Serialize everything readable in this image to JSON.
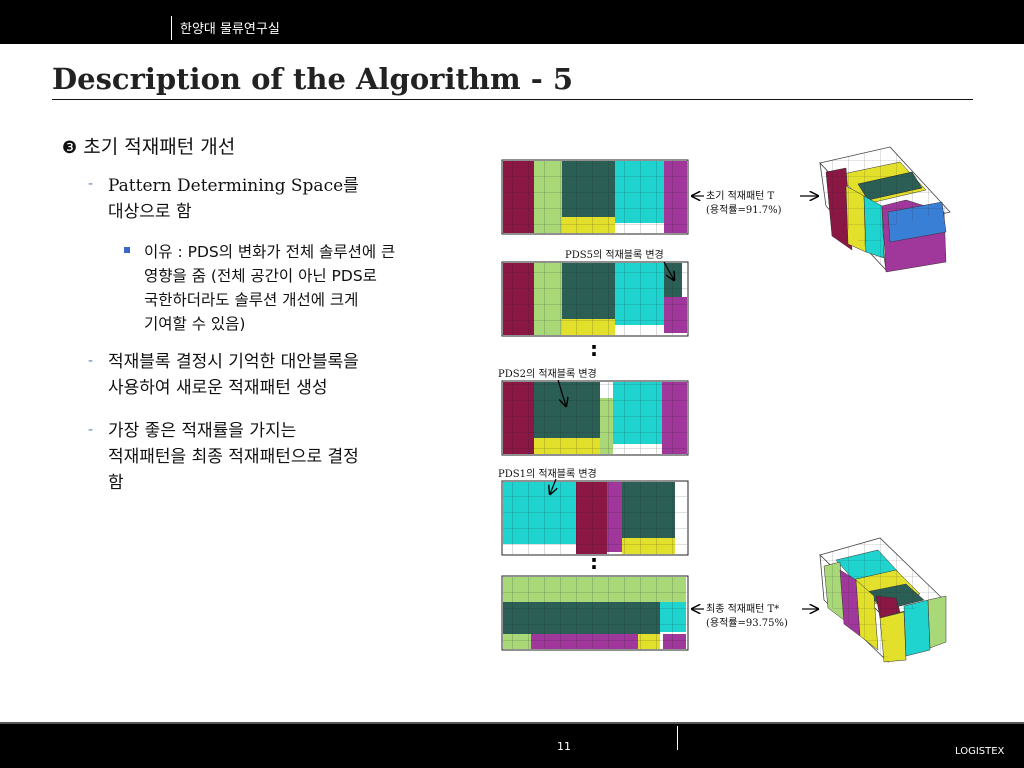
{
  "header": {
    "lab_name": "한양대 물류연구실"
  },
  "slide": {
    "title": "Description of the Algorithm - 5"
  },
  "content": {
    "heading_number": "❸",
    "heading": "초기 적재패턴 개선",
    "bullet1_dash": "-",
    "bullet1_line1": "Pattern Determining Space를",
    "bullet1_line2": "대상으로 함",
    "sub_line1": "이유 : PDS의 변화가 전체 솔루션에 큰",
    "sub_line2": "영향을 줌 (전체 공간이 아닌 PDS로",
    "sub_line3": "국한하더라도 솔루션 개선에 크게",
    "sub_line4": "기여할 수 있음)",
    "bullet2_dash": "-",
    "bullet2_line1": "적재블록 결정시 기억한 대안블록을",
    "bullet2_line2": "사용하여 새로운 적재패턴 생성",
    "bullet3_dash": "-",
    "bullet3_line1": "가장 좋은 적재률을 가지는",
    "bullet3_line2": "적재패턴을 최종 적재패턴으로 결정",
    "bullet3_line3": "함"
  },
  "figure": {
    "initial_label": "초기 적재패턴 T",
    "initial_ratio": "(용적률=91.7%)",
    "pds5_label": "PDS5의 적재블록 변경",
    "pds2_label": "PDS2의 적재블록 변경",
    "pds1_label": "PDS1의 적재블록 변경",
    "final_label": "최종 적재패턴 T*",
    "final_ratio": "(용적률=93.75%)",
    "ellipsis": ":",
    "colors": {
      "maroon": "#8b1744",
      "lightgreen": "#a8d878",
      "darkteal": "#2b5f56",
      "cyan": "#1fd4cf",
      "yellow": "#e2e02a",
      "purple": "#a0379b"
    }
  },
  "footer": {
    "page_number": "11",
    "brand": "LOGISTEX"
  }
}
